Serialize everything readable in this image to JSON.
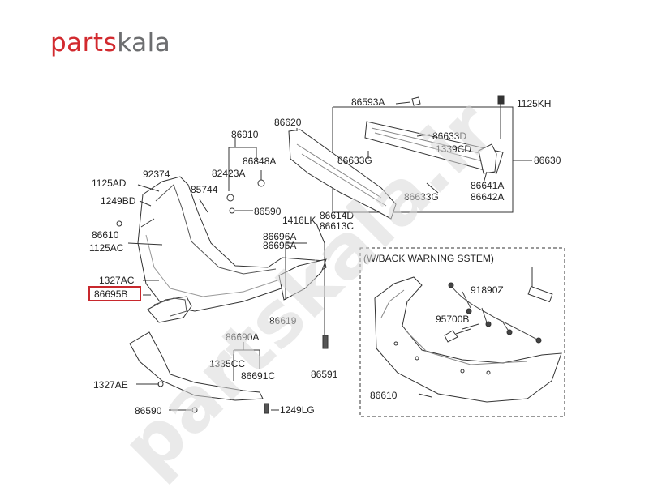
{
  "brand": {
    "part1": "parts",
    "part2": "kala"
  },
  "watermark": "partskala.ir",
  "inset_title": "(W/BACK WARNING SSTEM)",
  "labels": {
    "l86593A": "86593A",
    "l1125KH": "1125KH",
    "l86633D": "86633D",
    "l1339CD": "1339CD",
    "l86630": "86630",
    "l86633G_a": "86633G",
    "l86633G_b": "86633G",
    "l86641A": "86641A",
    "l86642A": "86642A",
    "l86620": "86620",
    "l86910": "86910",
    "l86848A": "86848A",
    "l82423A": "82423A",
    "l1125AD": "1125AD",
    "l92374": "92374",
    "l85744": "85744",
    "l1249BD": "1249BD",
    "l86590_a": "86590",
    "l1416LK": "1416LK",
    "l86614D": "86614D",
    "l86613C": "86613C",
    "l86610_a": "86610",
    "l86696A": "86696A",
    "l86695A": "86695A",
    "l1125AC": "1125AC",
    "l1327AC": "1327AC",
    "l86695B": "86695B",
    "l86619": "86619",
    "l86690A": "86690A",
    "l1335CC": "1335CC",
    "l86691C": "86691C",
    "l86591": "86591",
    "l1327AE": "1327AE",
    "l86590_b": "86590",
    "l1249LG": "1249LG",
    "l91890Z": "91890Z",
    "l95700B": "95700B",
    "l86610_b": "86610"
  },
  "colors": {
    "brand_red": "#d22a2f",
    "brand_gray": "#6d6e70",
    "highlight": "#c8282d",
    "watermark": "#d9d9d9"
  }
}
